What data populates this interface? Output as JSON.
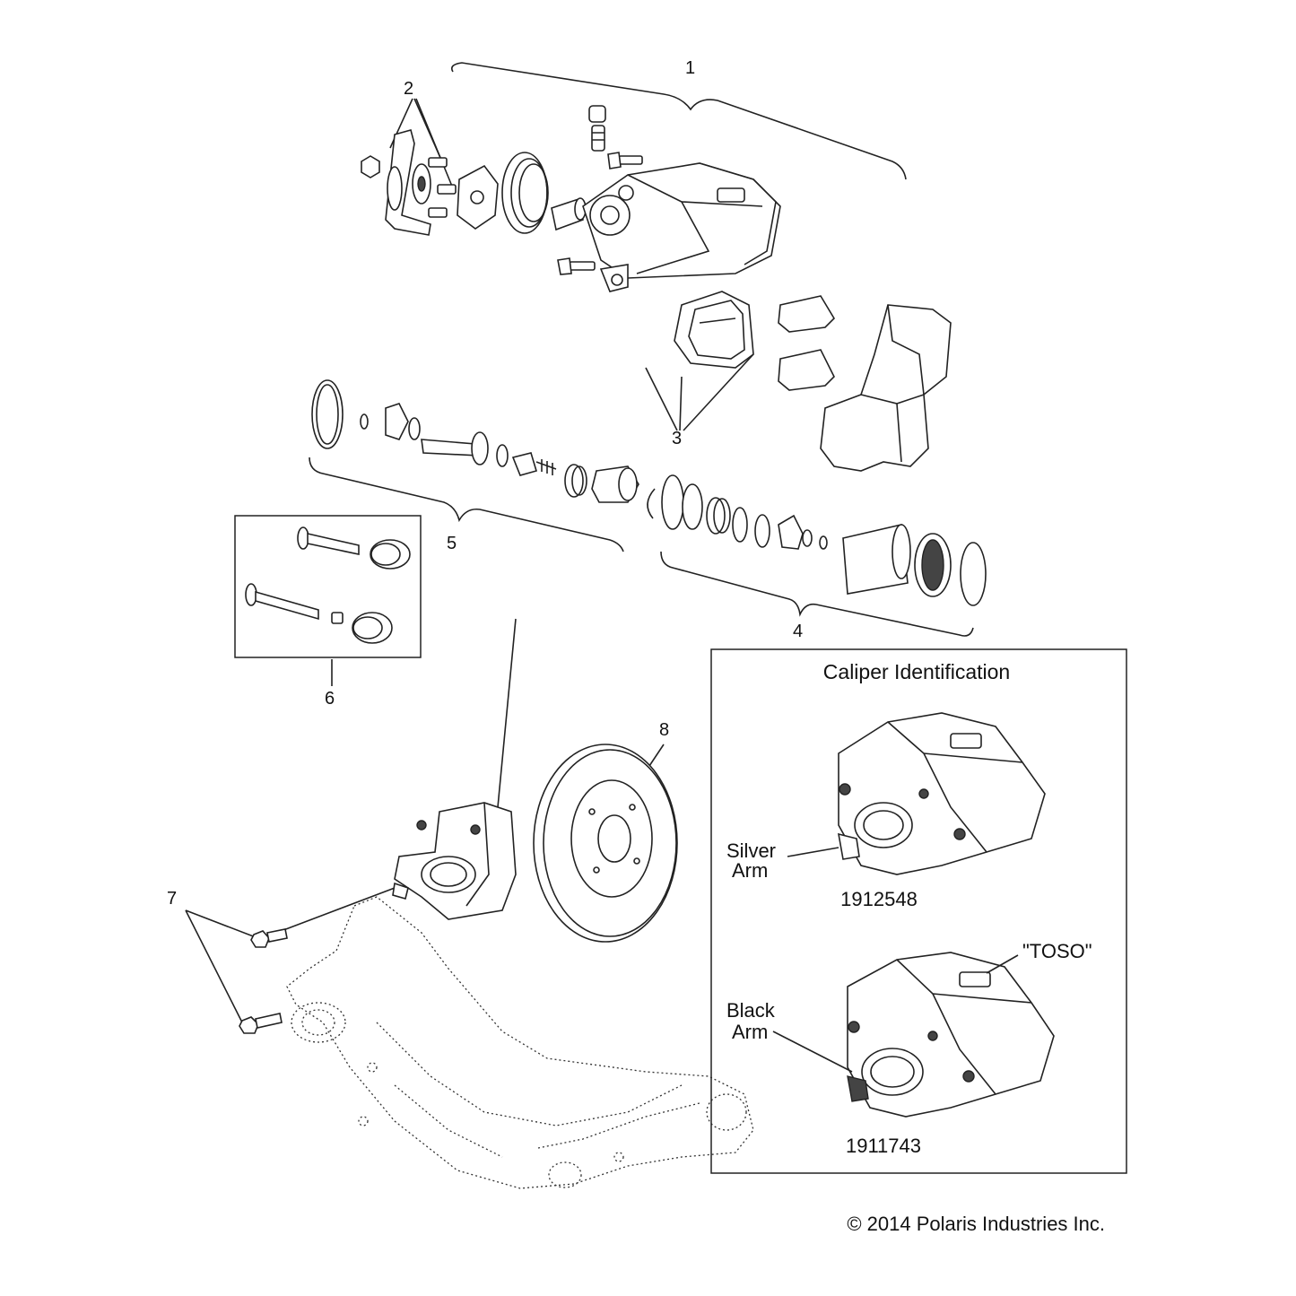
{
  "callouts": [
    "1",
    "2",
    "3",
    "4",
    "5",
    "6",
    "7",
    "8"
  ],
  "identification": {
    "title": "Caliper Identification",
    "silver_arm": [
      "Silver",
      "Arm"
    ],
    "part_number_1": "1912548",
    "toso_label": "\"TOSO\"",
    "black_arm": [
      "Black",
      "Arm"
    ],
    "part_number_2": "1911743"
  },
  "copyright": "© 2014 Polaris Industries Inc."
}
